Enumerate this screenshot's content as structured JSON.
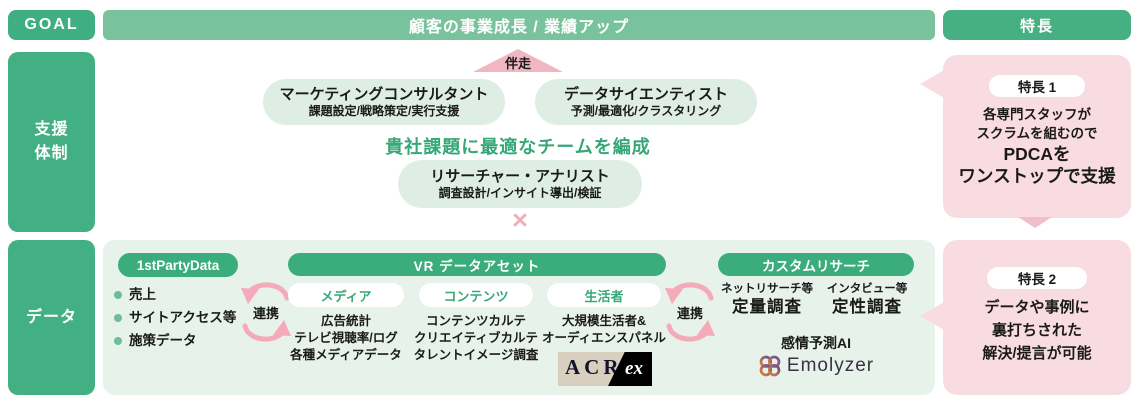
{
  "header": {
    "goal": "GOAL",
    "banner": "顧客の事業成長 / 業績アップ",
    "features": "特長"
  },
  "row_labels": {
    "support_line1": "支援",
    "support_line2": "体制",
    "data": "データ"
  },
  "support": {
    "accompany": "伴走",
    "consultant_title": "マーケティングコンサルタント",
    "consultant_subtitle": "課題設定/戦略策定/実行支援",
    "scientist_title": "データサイエンティスト",
    "scientist_subtitle": "予測/最適化/クラスタリング",
    "team_note": "貴社課題に最適なチームを編成",
    "researcher_title": "リサーチャー・アナリスト",
    "researcher_subtitle": "調査設計/インサイト導出/検証",
    "cross": "×"
  },
  "data_section": {
    "first_party_title": "1stPartyData",
    "first_party_items": [
      "売上",
      "サイトアクセス等",
      "施策データ"
    ],
    "link_left": "連携",
    "link_right": "連携",
    "vr_title": "VR データアセット",
    "vr_columns": [
      {
        "label": "メディア",
        "items": [
          "広告統計",
          "テレビ視聴率/ログ",
          "各種メディアデータ"
        ]
      },
      {
        "label": "コンテンツ",
        "items": [
          "コンテンツカルテ",
          "クリエイティブカルテ",
          "タレントイメージ調査"
        ]
      },
      {
        "label": "生活者",
        "items": [
          "大規模生活者&",
          "オーディエンスパネル"
        ]
      }
    ],
    "acr_text": "ACR",
    "acr_suffix": "ex",
    "custom_title": "カスタムリサーチ",
    "quant_small": "ネットリサーチ等",
    "quant_big": "定量調査",
    "qual_small": "インタビュー等",
    "qual_big": "定性調査",
    "ai_label": "感情予測AI",
    "emolyzer": "Emolyzer"
  },
  "features": {
    "f1_badge": "特長 1",
    "f1_lines": [
      "各専門スタッフが",
      "スクラムを組むので"
    ],
    "f1_bold_lines": [
      "PDCAを",
      "ワンストップで支援"
    ],
    "f2_badge": "特長 2",
    "f2_lines": [
      "データや事例に",
      "裏打ちされた",
      "解決/提言が可能"
    ]
  },
  "colors": {
    "green_dark": "#3fae80",
    "green_banner": "#79c29e",
    "green_pill": "#3bac7c",
    "green_light_pill": "#dfeee5",
    "panel_green": "#e7f2eb",
    "pink_box": "#f8dce2",
    "pink_accent": "#efb0bc",
    "green_text": "#36a878"
  }
}
